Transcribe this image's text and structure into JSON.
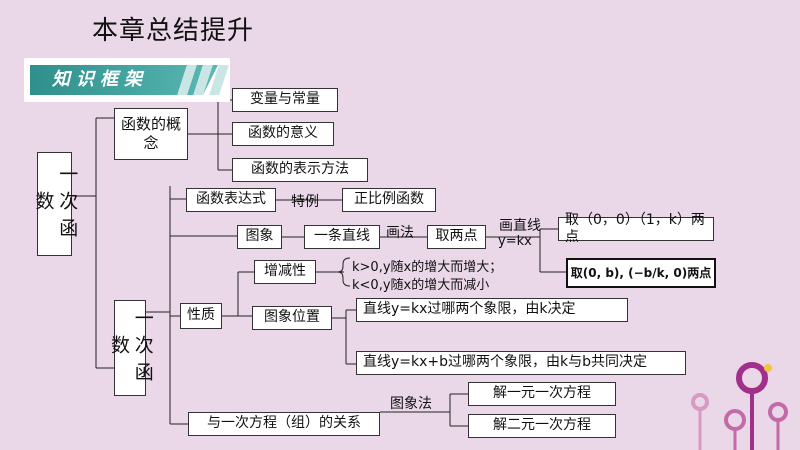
{
  "page_title": "本章总结提升",
  "banner_label": "知识框架",
  "root": "一次函数",
  "concept": {
    "label": "函数的概念",
    "items": [
      "变量与常量",
      "函数的意义",
      "函数的表示方法"
    ]
  },
  "linear": {
    "label": "一次函数",
    "expression": "函数表达式",
    "special_case": "特例",
    "proportional": "正比例函数",
    "graph": "图象",
    "straight_line": "一条直线",
    "drawing_method": "画法",
    "take_two_points": "取两点",
    "draw_line": "画直线",
    "y_kx": "y=kx",
    "points_kx": "取（0，0）（1，k）两点",
    "points_kxb": "取(0, b), (−b/k, 0)两点",
    "properties": "性质",
    "monotonic": "增减性",
    "k_pos": "k>0,y随x的增大而增大；",
    "k_neg": "k<0,y随x的增大而减小",
    "position": "图象位置",
    "pos_kx": "直线y=kx过哪两个象限，由k决定",
    "pos_kxb": "直线y=kx+b过哪两个象限，由k与b共同决定",
    "equations": "与一次方程（组）的关系",
    "graph_method": "图象法",
    "solve_one": "解一元一次方程",
    "solve_two": "解二元一次方程"
  },
  "colors": {
    "background": "#ead8e8",
    "banner": "#2f8f8c",
    "decoration": "#a0308a"
  }
}
